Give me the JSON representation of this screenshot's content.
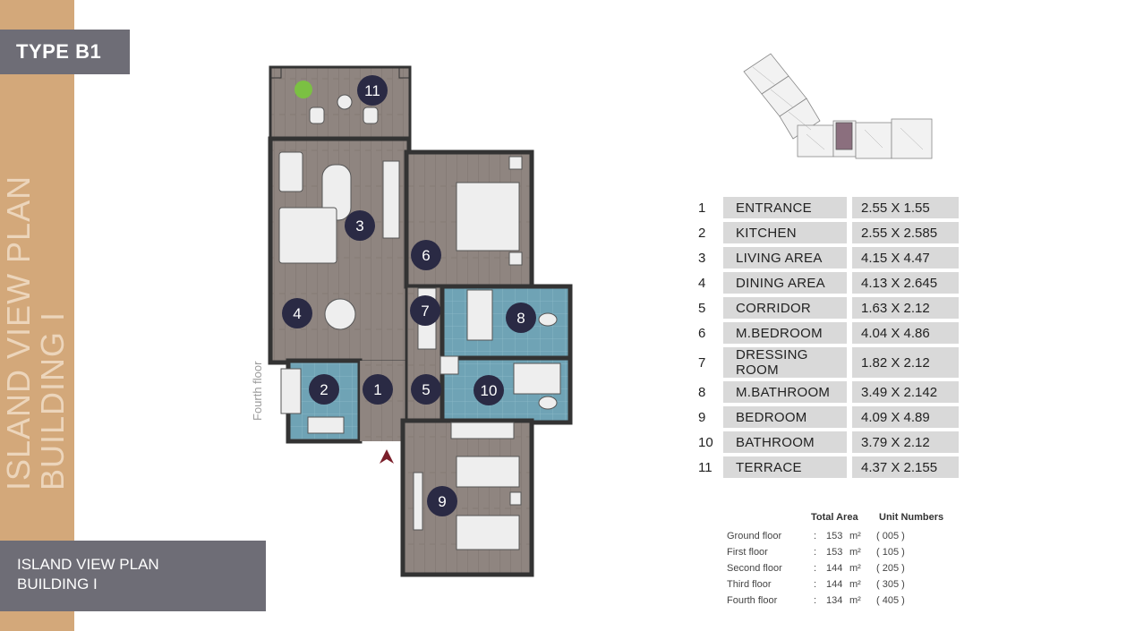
{
  "unit_type": "TYPE B1",
  "watermark": {
    "line1": "ISLAND VIEW PLAN",
    "line2": "BUILDING I"
  },
  "plan_title": {
    "line1": "ISLAND VIEW PLAN",
    "line2": "BUILDING I"
  },
  "floor_label": "Fourth floor",
  "plan_markers": [
    "1",
    "2",
    "3",
    "4",
    "5",
    "6",
    "7",
    "8",
    "9",
    "10",
    "11"
  ],
  "rooms": [
    {
      "num": "1",
      "name": "ENTRANCE",
      "dims": "2.55  X  1.55"
    },
    {
      "num": "2",
      "name": "KITCHEN",
      "dims": "2.55  X  2.585"
    },
    {
      "num": "3",
      "name": "LIVING  AREA",
      "dims": "4.15  X  4.47"
    },
    {
      "num": "4",
      "name": "DINING AREA",
      "dims": "4.13  X   2.645"
    },
    {
      "num": "5",
      "name": "CORRIDOR",
      "dims": "1.63  X   2.12"
    },
    {
      "num": "6",
      "name": "M.BEDROOM",
      "dims": "4.04  X   4.86"
    },
    {
      "num": "7",
      "name": "DRESSING ROOM",
      "dims": "1.82  X  2.12"
    },
    {
      "num": "8",
      "name": "M.BATHROOM",
      "dims": "3.49  X  2.142"
    },
    {
      "num": "9",
      "name": "BEDROOM",
      "dims": "4.09  X  4.89"
    },
    {
      "num": "10",
      "name": "BATHROOM",
      "dims": "3.79  X  2.12"
    },
    {
      "num": "11",
      "name": "TERRACE",
      "dims": "4.37  X  2.155"
    }
  ],
  "area_table": {
    "total_area_header": "Total Area",
    "unit_numbers_header": "Unit  Numbers",
    "rows": [
      {
        "floor": "Ground floor",
        "colon": ":",
        "area": "153",
        "unit": "m²",
        "number": "( 005 )"
      },
      {
        "floor": "First floor",
        "colon": ":",
        "area": "153",
        "unit": "m²",
        "number": "( 105 )"
      },
      {
        "floor": "Second floor",
        "colon": ":",
        "area": "144",
        "unit": "m²",
        "number": "( 205 )"
      },
      {
        "floor": "Third floor",
        "colon": ":",
        "area": "144",
        "unit": "m²",
        "number": "( 305 )"
      },
      {
        "floor": "Fourth floor",
        "colon": ":",
        "area": "134",
        "unit": "m²",
        "number": "( 405 )"
      }
    ]
  },
  "colors": {
    "sidebar": "#d3a87a",
    "label_bg": "#6e6d76",
    "wood_floor": "#8f8580",
    "tile_floor": "#6fa3b5",
    "marker": "#2a2a44",
    "table_cell": "#d9d9d9"
  },
  "icons": [
    "entrance-arrow-icon",
    "plant-icon",
    "toilet-icon",
    "sink-icon",
    "stove-icon"
  ]
}
